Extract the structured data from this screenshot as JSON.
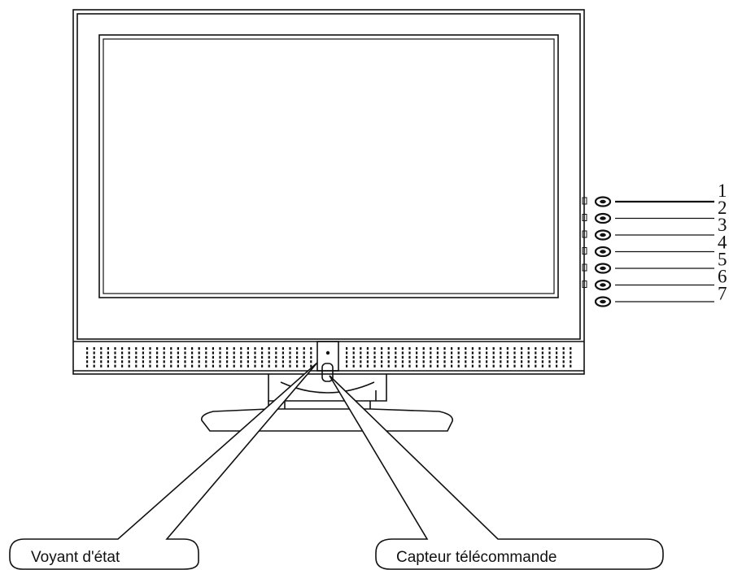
{
  "colors": {
    "stroke": "#111111",
    "background": "#ffffff"
  },
  "button_labels": [
    "1",
    "2",
    "3",
    "4",
    "5",
    "6",
    "7"
  ],
  "callouts": {
    "status_led": "Voyant d'état",
    "remote_sensor": "Capteur télécommande"
  }
}
